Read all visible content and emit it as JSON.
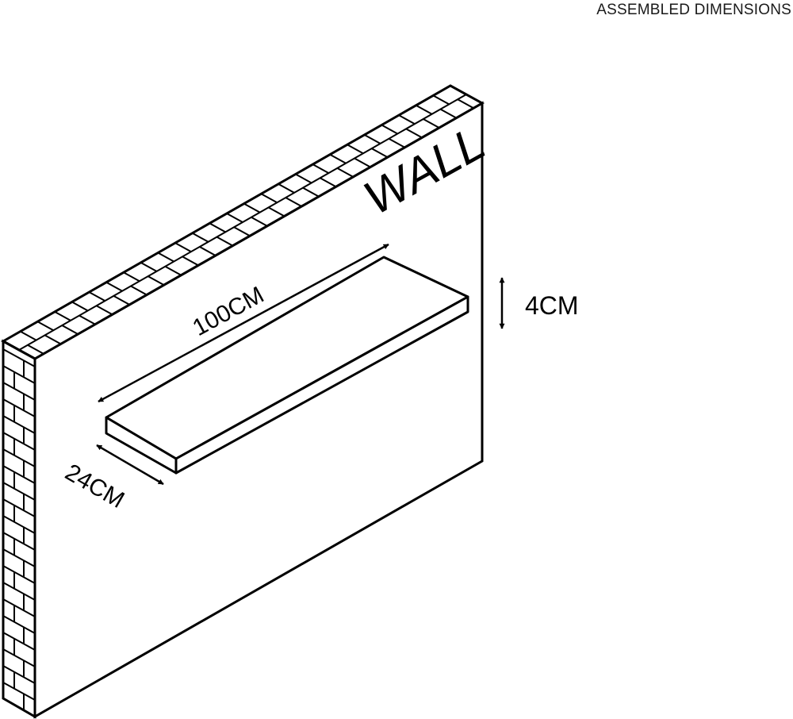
{
  "diagram": {
    "title": "ASSEMBLED DIMENSIONS",
    "wall_label": "WALL",
    "dimensions": {
      "length": "100CM",
      "depth": "24CM",
      "height": "4CM"
    }
  },
  "colors": {
    "line": "#000000",
    "background": "#ffffff"
  }
}
